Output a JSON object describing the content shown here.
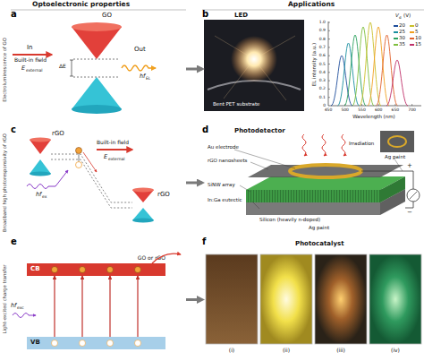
{
  "diagram": {
    "nodes": [
      {
        "text": [
          "a"
        ]
      },
      {
        "text": [
          "b"
        ]
      },
      {
        "text": [
          "c"
        ]
      },
      {
        "text": [
          "d"
        ]
      },
      {
        "text": [
          "e"
        ]
      },
      {
        "text": [
          "f"
        ]
      },
      {
        "text": [
          "CB",
          "GO or rGO"
        ],
        "in": 4
      },
      {
        "text": [
          "VB"
        ],
        "in": 4
      }
    ],
    "edges": [
      {
        "from": 0,
        "to": 1,
        "arrow": "to"
      },
      {
        "from": 2,
        "to": 3,
        "arrow": "to"
      },
      {
        "from": 4,
        "to": 5,
        "arrow": "to"
      },
      {
        "from": 7,
        "to": 6,
        "arrow": "to"
      },
      {
        "from": 7,
        "to": 6,
        "arrow": "to"
      },
      {
        "from": 7,
        "to": 6,
        "arrow": "to"
      },
      {
        "from": 7,
        "to": 6,
        "arrow": "to"
      }
    ],
    "labels": [
      "Optoelectronic properties",
      "Applications",
      "Electroluminescence of GO",
      "Broadband high photoresponsivity of rGO",
      "Light-excited charge transfer",
      "GO",
      "In",
      "Built-in field",
      "E",
      "external",
      "ΔE",
      "Out",
      "hf",
      "EL",
      "LED",
      "Bent PET substrate",
      "EL intensity (a.u.)",
      "0",
      "0.1",
      "0.2",
      "0.3",
      "0.4",
      "0.5",
      "0.6",
      "0.7",
      "0.8",
      "0.9",
      "1.0",
      "450",
      "500",
      "550",
      "600",
      "650",
      "700",
      "Wavelength (nm)",
      "V",
      "d",
      "(V)",
      "rGO",
      "hf",
      "ex",
      "Built-in field",
      "E",
      "external",
      "rGO",
      "Photodetector",
      "Irradiation",
      "Au electrode",
      "rGO nanosheets",
      "SiNW array",
      "In:Ga eutectic",
      "Silicon (heavily n-doped)",
      "Ag paint",
      "Ag paint",
      "+",
      "−",
      "hf",
      "exc",
      "Photocatalyst",
      "(i)",
      "(ii)",
      "(iii)",
      "(iv)"
    ],
    "legend": [
      {
        "text": "20",
        "color": "#1f4e9c"
      },
      {
        "text": "25",
        "color": "#1a8fa0"
      },
      {
        "text": "30",
        "color": "#2ca25f"
      },
      {
        "text": "35",
        "color": "#7fbf3f"
      },
      {
        "text": "0",
        "color": "#c9c02a"
      },
      {
        "text": "5",
        "color": "#f0a020"
      },
      {
        "text": "10",
        "color": "#e0602a"
      },
      {
        "text": "15",
        "color": "#c0306a"
      }
    ]
  }
}
